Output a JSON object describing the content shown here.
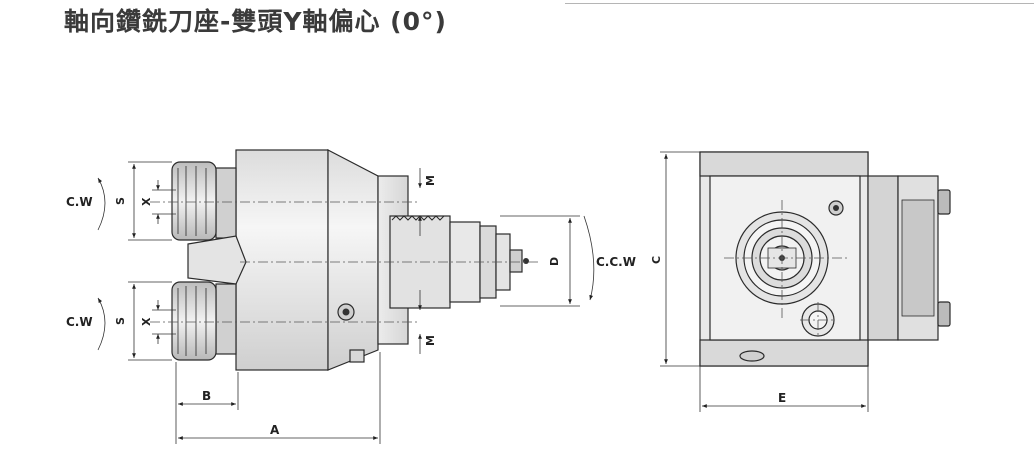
{
  "title": "軸向鑽銑刀座-雙頭Y軸偏心 (0°)",
  "labels": {
    "cw_top": "C.W",
    "cw_bottom": "C.W",
    "s_top": "S",
    "s_bottom": "S",
    "x_top": "X",
    "x_bottom": "X",
    "m_top": "M",
    "m_bottom": "M",
    "d": "D",
    "ccw": "C.C.W",
    "c": "C",
    "b": "B",
    "a": "A",
    "e": "E"
  },
  "colors": {
    "outline": "#2b2b2b",
    "body_fill": "#e6e6e6",
    "body_light": "#f4f4f4",
    "body_dark": "#c4c4c4",
    "title": "#3a3a3a"
  }
}
